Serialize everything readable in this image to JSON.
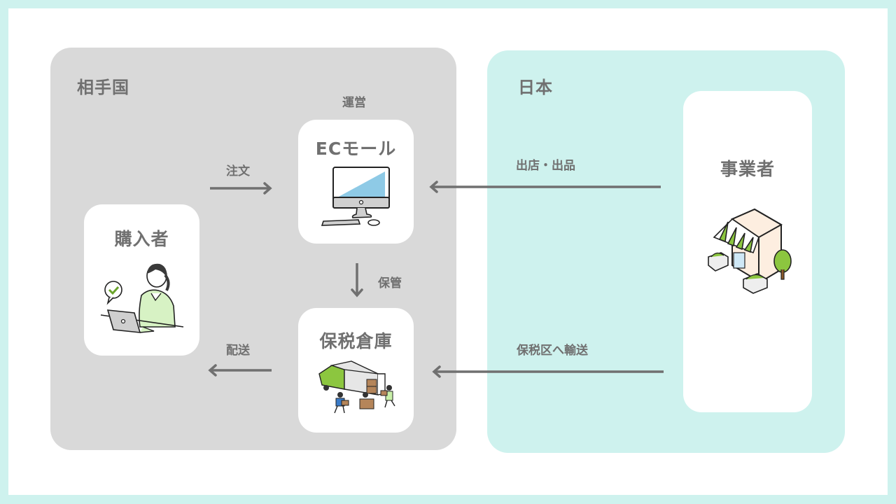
{
  "regions": {
    "abroad": {
      "title": "相手国"
    },
    "japan": {
      "title": "日本"
    }
  },
  "nodes": {
    "buyer": {
      "title": "購入者",
      "icon": "person-laptop-icon"
    },
    "ec_mall": {
      "title": "ECモール",
      "icon": "desktop-computer-icon",
      "caption": "運営"
    },
    "bonded_warehouse": {
      "title": "保税倉庫",
      "icon": "delivery-truck-icon"
    },
    "business": {
      "title": "事業者",
      "icon": "storefront-icon"
    }
  },
  "flows": {
    "order": {
      "label": "注文",
      "from": "購入者",
      "to": "ECモール"
    },
    "store_listing": {
      "label": "出店・出品",
      "from": "事業者",
      "to": "ECモール"
    },
    "storage": {
      "label": "保管",
      "from": "ECモール",
      "to": "保税倉庫"
    },
    "delivery": {
      "label": "配送",
      "from": "保税倉庫",
      "to": "購入者"
    },
    "transport": {
      "label": "保税区へ輸送",
      "from": "事業者",
      "to": "保税倉庫"
    }
  },
  "colors": {
    "abroad_panel": "#d9d9d9",
    "japan_panel": "#cef2ee",
    "text": "#707070",
    "arrow": "#707070",
    "accent_green": "#8cc63f",
    "screen_blue": "#8ecae6"
  }
}
